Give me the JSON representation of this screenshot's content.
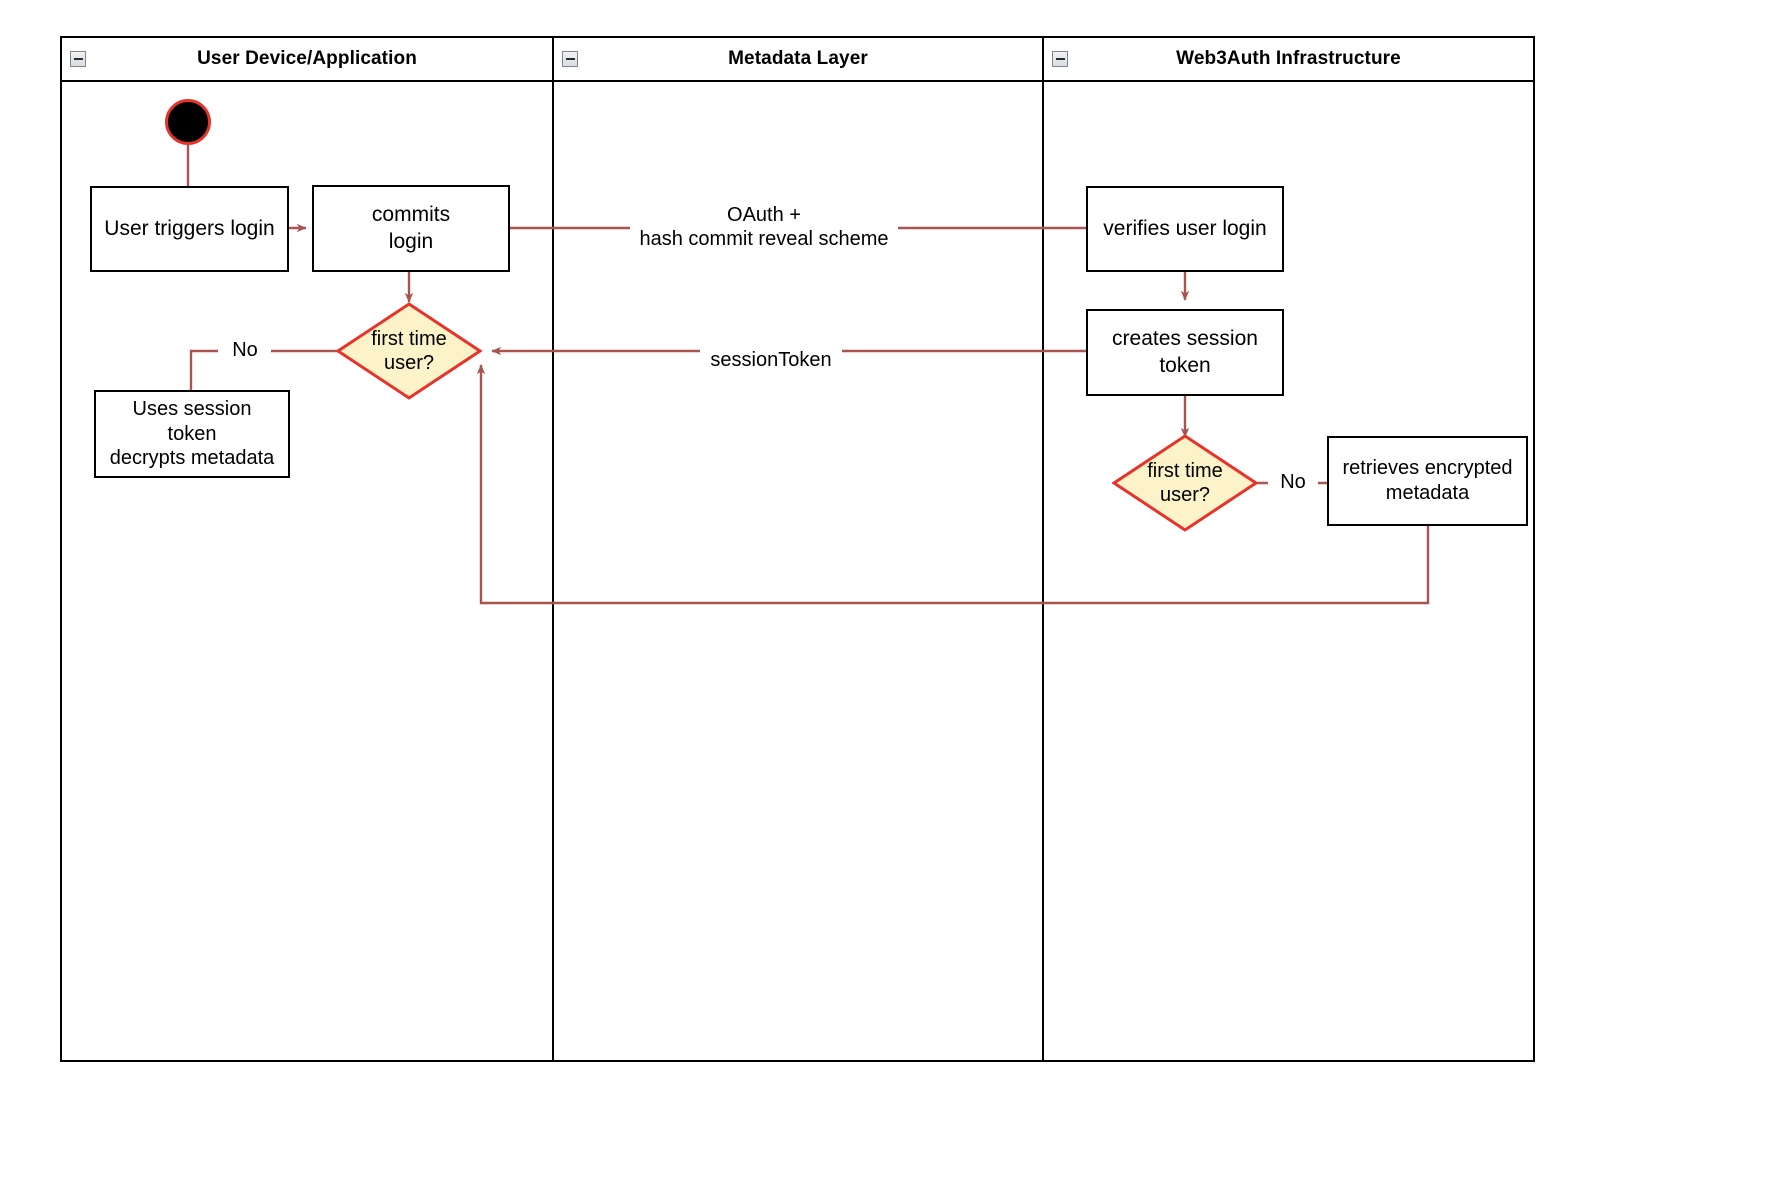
{
  "diagram": {
    "title": "Web3Auth login activity diagram",
    "colors": {
      "edge": "#a85550",
      "decision_fill": "#fdf3c8",
      "decision_stroke": "#e8332a",
      "node_stroke": "#000000",
      "lane_stroke": "#000000",
      "start_fill": "#000000",
      "start_stroke": "#e8332a",
      "background": "#ffffff"
    }
  },
  "lanes": [
    {
      "id": "user-device",
      "label": "User Device/Application",
      "icon": "collapse-minus-icon"
    },
    {
      "id": "metadata-layer",
      "label": "Metadata Layer",
      "icon": "collapse-minus-icon"
    },
    {
      "id": "web3auth",
      "label": "Web3Auth Infrastructure",
      "icon": "collapse-minus-icon"
    }
  ],
  "nodes": {
    "start": {
      "type": "initial-node",
      "label": ""
    },
    "user_triggers_login": {
      "type": "action",
      "label": "User triggers login"
    },
    "commits_login": {
      "type": "action",
      "label": "commits\nlogin"
    },
    "decision_user": {
      "type": "decision",
      "label": "first time\nuser?"
    },
    "uses_session_token": {
      "type": "action",
      "label": "Uses session\ntoken\ndecrypts metadata"
    },
    "verifies_user_login": {
      "type": "action",
      "label": "verifies user login"
    },
    "creates_session_token": {
      "type": "action",
      "label": "creates session\ntoken"
    },
    "decision_web3auth": {
      "type": "decision",
      "label": "first time\nuser?"
    },
    "retrieves_encrypted_metadata": {
      "type": "action",
      "label": "retrieves encrypted\nmetadata"
    }
  },
  "edge_labels": {
    "oauth": "OAuth +\nhash commit reveal scheme",
    "session_token": "sessionToken",
    "no_left": "No",
    "no_right": "No"
  }
}
